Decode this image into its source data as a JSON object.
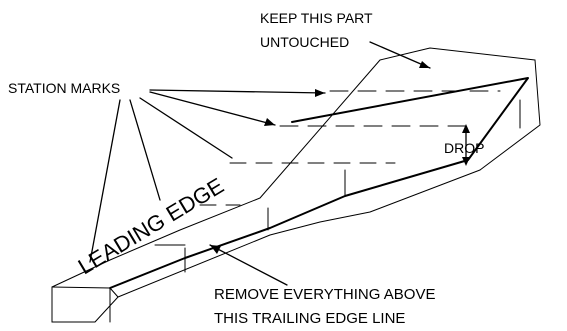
{
  "labels": {
    "keep_line1": "KEEP THIS PART",
    "keep_line2": "UNTOUCHED",
    "station_marks": "STATION MARKS",
    "leading_edge": "LEADING EDGE",
    "drop": "DROP",
    "remove_line1": "REMOVE EVERYTHING ABOVE",
    "remove_line2": "THIS TRAILING EDGE LINE"
  },
  "colors": {
    "line": "#000000",
    "background": "#ffffff"
  }
}
